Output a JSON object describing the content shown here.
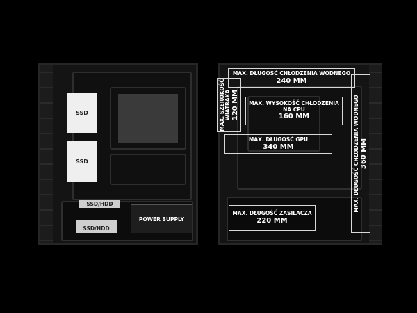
{
  "left_case": {
    "ssd": [
      "SSD",
      "SSD"
    ],
    "ssd_hdd": [
      "SSD/HDD",
      "SSD/HDD"
    ],
    "power_supply": "POWER SUPPLY"
  },
  "right_case": {
    "water_240": {
      "title": "MAX. DŁUGOŚĆ CHŁODZENIA WODNEGO",
      "value": "240 MM"
    },
    "fan_width": {
      "title1": "MAX. SZEROKOŚĆ",
      "title2": "WIATRAKA",
      "value": "120 MM"
    },
    "cpu_cooler": {
      "title1": "MAX. WYSOKOŚĆ CHŁODZENIA",
      "title2": "NA CPU",
      "value": "160 MM"
    },
    "gpu": {
      "title": "MAX. DŁUGOŚĆ GPU",
      "value": "340 MM"
    },
    "psu": {
      "title": "MAX. DŁUGOŚĆ ZASILACZA",
      "value": "220 MM"
    },
    "water_360": {
      "title": "MAX. DŁUGOŚĆ CHŁODZENIA WODNEGO",
      "value": "360 MM"
    }
  }
}
